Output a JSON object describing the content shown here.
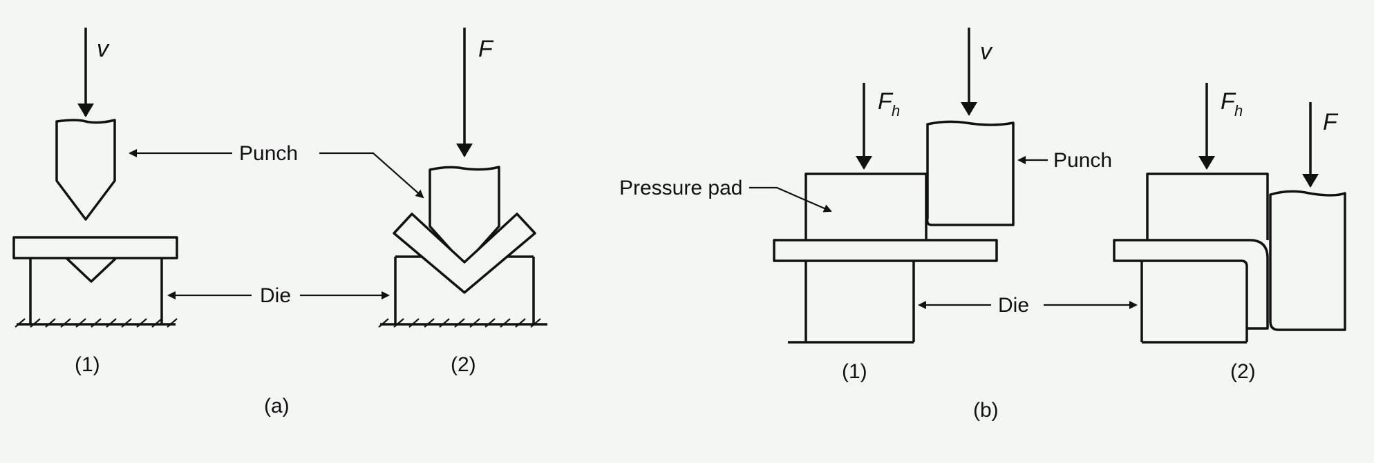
{
  "labels": {
    "v": "v",
    "F": "F",
    "F_main": "F",
    "F_sub": "h",
    "punch": "Punch",
    "die": "Die",
    "pressure_pad": "Pressure pad"
  },
  "captions": {
    "a1": "(1)",
    "a2": "(2)",
    "a": "(a)",
    "b1": "(1)",
    "b2": "(2)",
    "b": "(b)"
  }
}
